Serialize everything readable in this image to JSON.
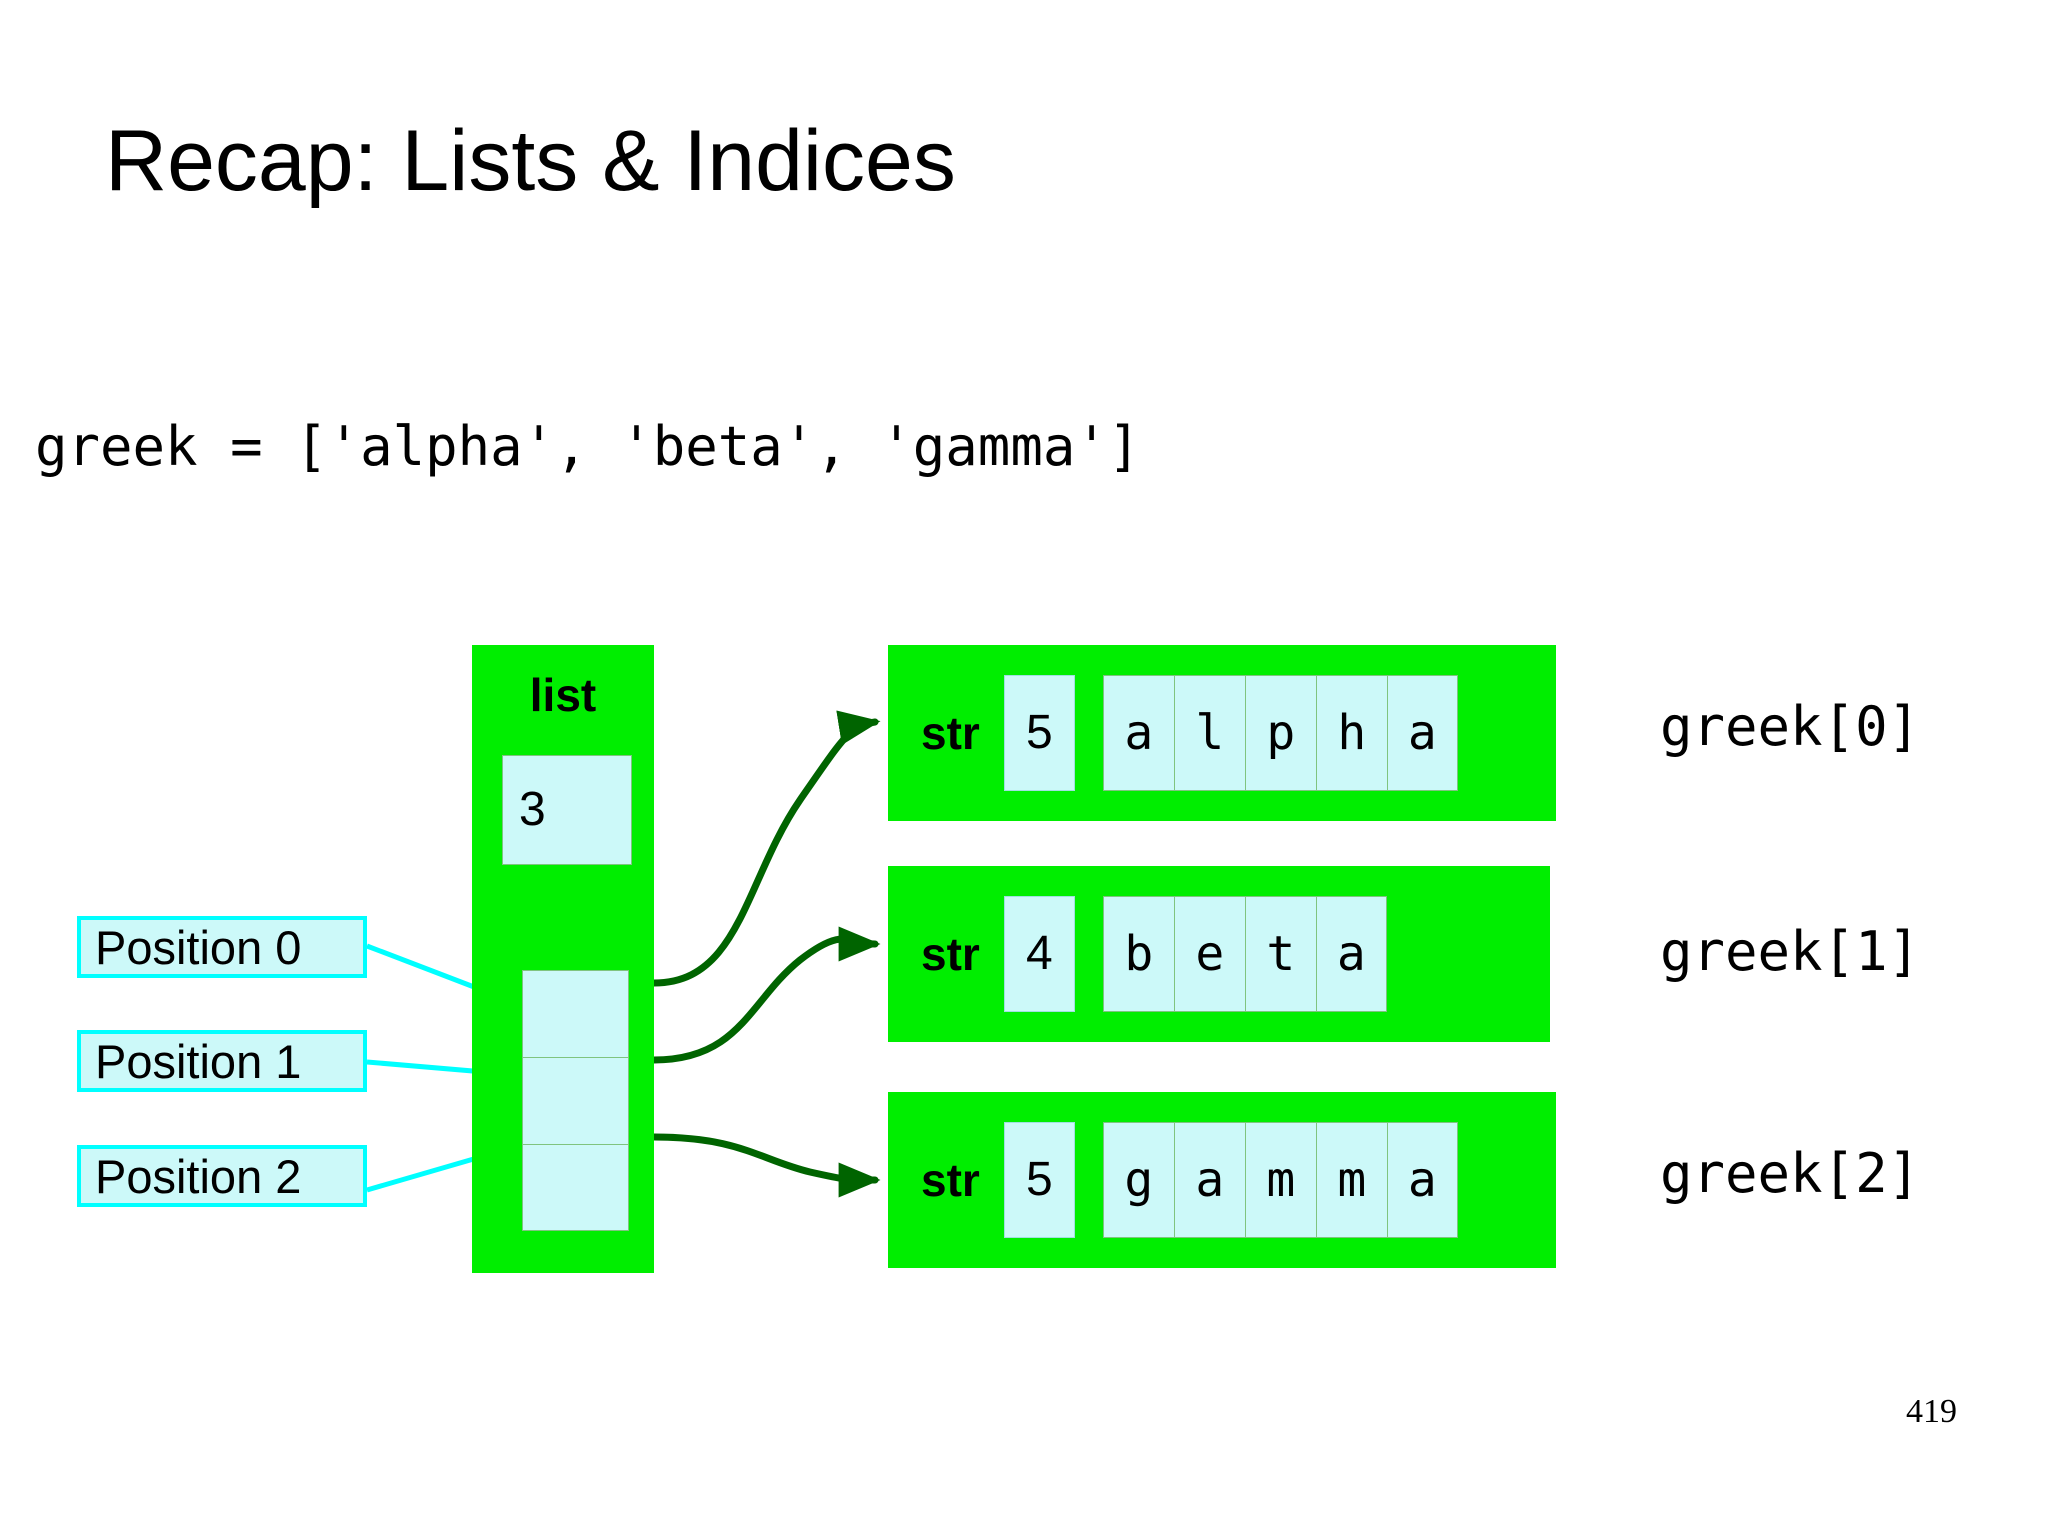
{
  "slide": {
    "title": "Recap: Lists & Indices",
    "code_line": "greek = ['alpha', 'beta', 'gamma']",
    "page_number": "419"
  },
  "colors": {
    "object_green": "#00ee00",
    "cell_fill": "#ccf9f9",
    "cyan_border": "#00ffff",
    "arrow_dark_green": "#006400",
    "arrow_cyan": "#00ffff",
    "text": "#000000",
    "background": "#ffffff"
  },
  "list_object": {
    "type_label": "list",
    "length": "3",
    "slots": [
      "",
      "",
      ""
    ]
  },
  "position_labels": [
    {
      "label": "Position 0"
    },
    {
      "label": "Position 1"
    },
    {
      "label": "Position 2"
    }
  ],
  "str_objects": [
    {
      "type_label": "str",
      "length": "5",
      "chars": [
        "a",
        "l",
        "p",
        "h",
        "a"
      ]
    },
    {
      "type_label": "str",
      "length": "4",
      "chars": [
        "b",
        "e",
        "t",
        "a"
      ]
    },
    {
      "type_label": "str",
      "length": "5",
      "chars": [
        "g",
        "a",
        "m",
        "m",
        "a"
      ]
    }
  ],
  "index_labels": [
    {
      "label": "greek[0]"
    },
    {
      "label": "greek[1]"
    },
    {
      "label": "greek[2]"
    }
  ]
}
